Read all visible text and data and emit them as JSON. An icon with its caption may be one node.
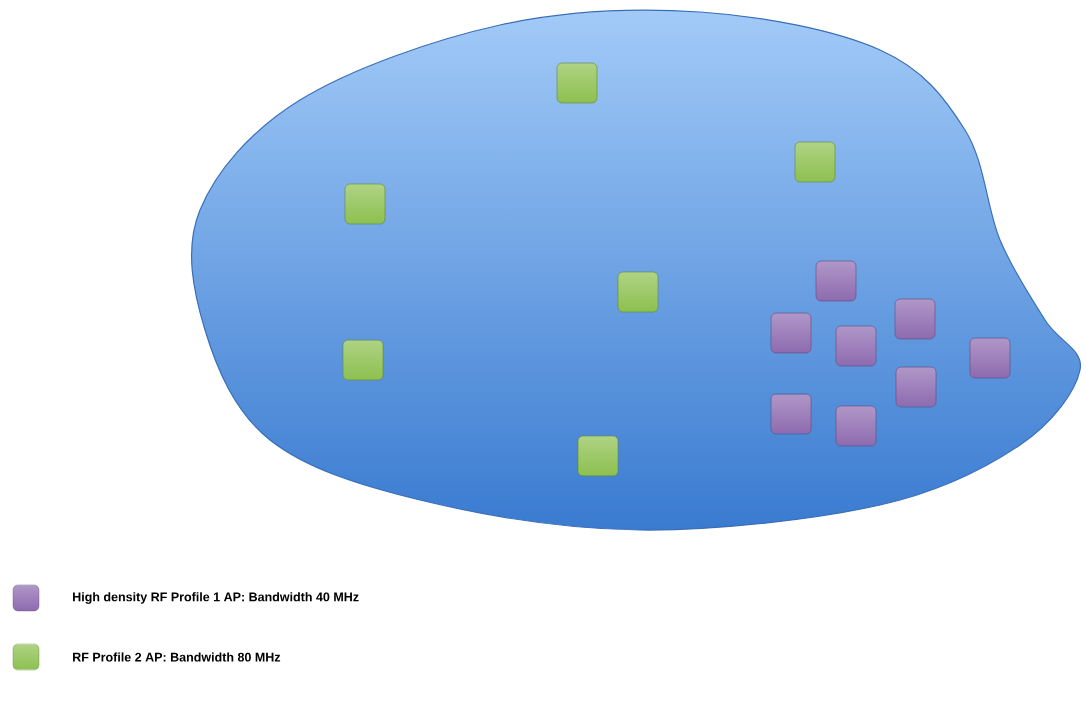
{
  "diagram": {
    "nodes": [
      {
        "text": [],
        "shape": "cloud"
      },
      {
        "text": [],
        "shape": "box",
        "in": 0
      },
      {
        "text": [],
        "shape": "box",
        "in": 0
      },
      {
        "text": [],
        "shape": "box",
        "in": 0
      },
      {
        "text": [],
        "shape": "box",
        "in": 0
      },
      {
        "text": [],
        "shape": "box",
        "in": 0
      },
      {
        "text": [],
        "shape": "box",
        "in": 0
      },
      {
        "text": [],
        "shape": "box",
        "in": 0
      },
      {
        "text": [],
        "shape": "box",
        "in": 0
      },
      {
        "text": [],
        "shape": "box",
        "in": 0
      },
      {
        "text": [],
        "shape": "box",
        "in": 0
      },
      {
        "text": [],
        "shape": "box",
        "in": 0
      },
      {
        "text": [],
        "shape": "box",
        "in": 0
      },
      {
        "text": [],
        "shape": "box",
        "in": 0
      },
      {
        "text": [],
        "shape": "box",
        "in": 0
      }
    ],
    "legend": [
      {
        "text": "High density RF Profile 1 AP: Bandwidth 40 MHz",
        "color": "#8e6bb0"
      },
      {
        "text": "RF Profile 2 AP: Bandwidth 80 MHz",
        "color": "#8dc050"
      }
    ]
  }
}
